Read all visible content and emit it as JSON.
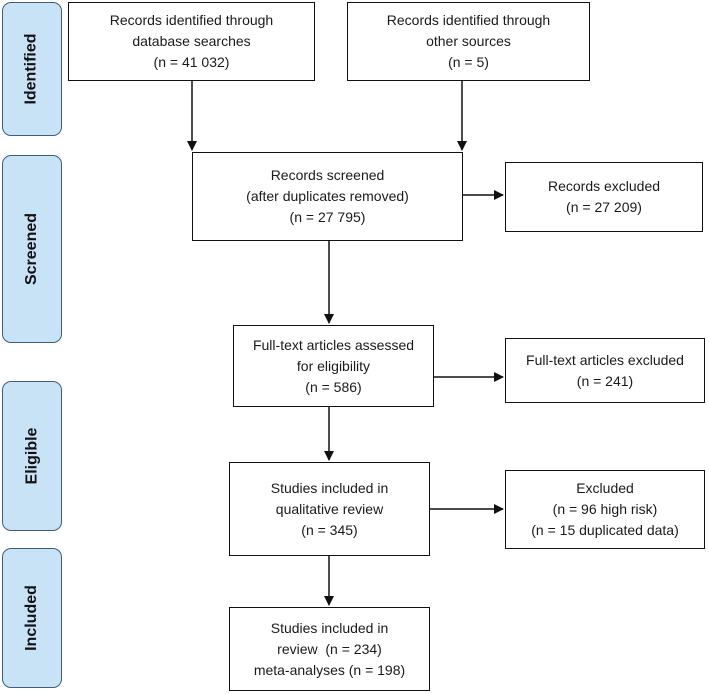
{
  "phases": {
    "identified": "Identified",
    "screened": "Screened",
    "eligible": "Eligible",
    "included": "Included"
  },
  "boxes": {
    "db_search": [
      "Records identified through",
      "database searches",
      "(n = 41 032)"
    ],
    "other_sources": [
      "Records identified through",
      "other sources",
      "(n = 5)"
    ],
    "screened": [
      "Records screened",
      "(after duplicates removed)",
      "(n = 27 795)"
    ],
    "excluded_records": [
      "Records excluded",
      "(n = 27 209)"
    ],
    "fulltext_assessed": [
      "Full-text articles assessed",
      "for eligibility",
      "(n = 586)"
    ],
    "fulltext_excluded": [
      "Full-text articles excluded",
      "(n = 241)"
    ],
    "qualitative": [
      "Studies included in",
      "qualitative review",
      "(n = 345)"
    ],
    "excluded_risk": [
      "Excluded",
      "(n = 96 high risk)",
      "(n = 15 duplicated data)"
    ],
    "included_review": [
      "Studies included in",
      "review  (n = 234)",
      "meta-analyses (n = 198)"
    ]
  }
}
